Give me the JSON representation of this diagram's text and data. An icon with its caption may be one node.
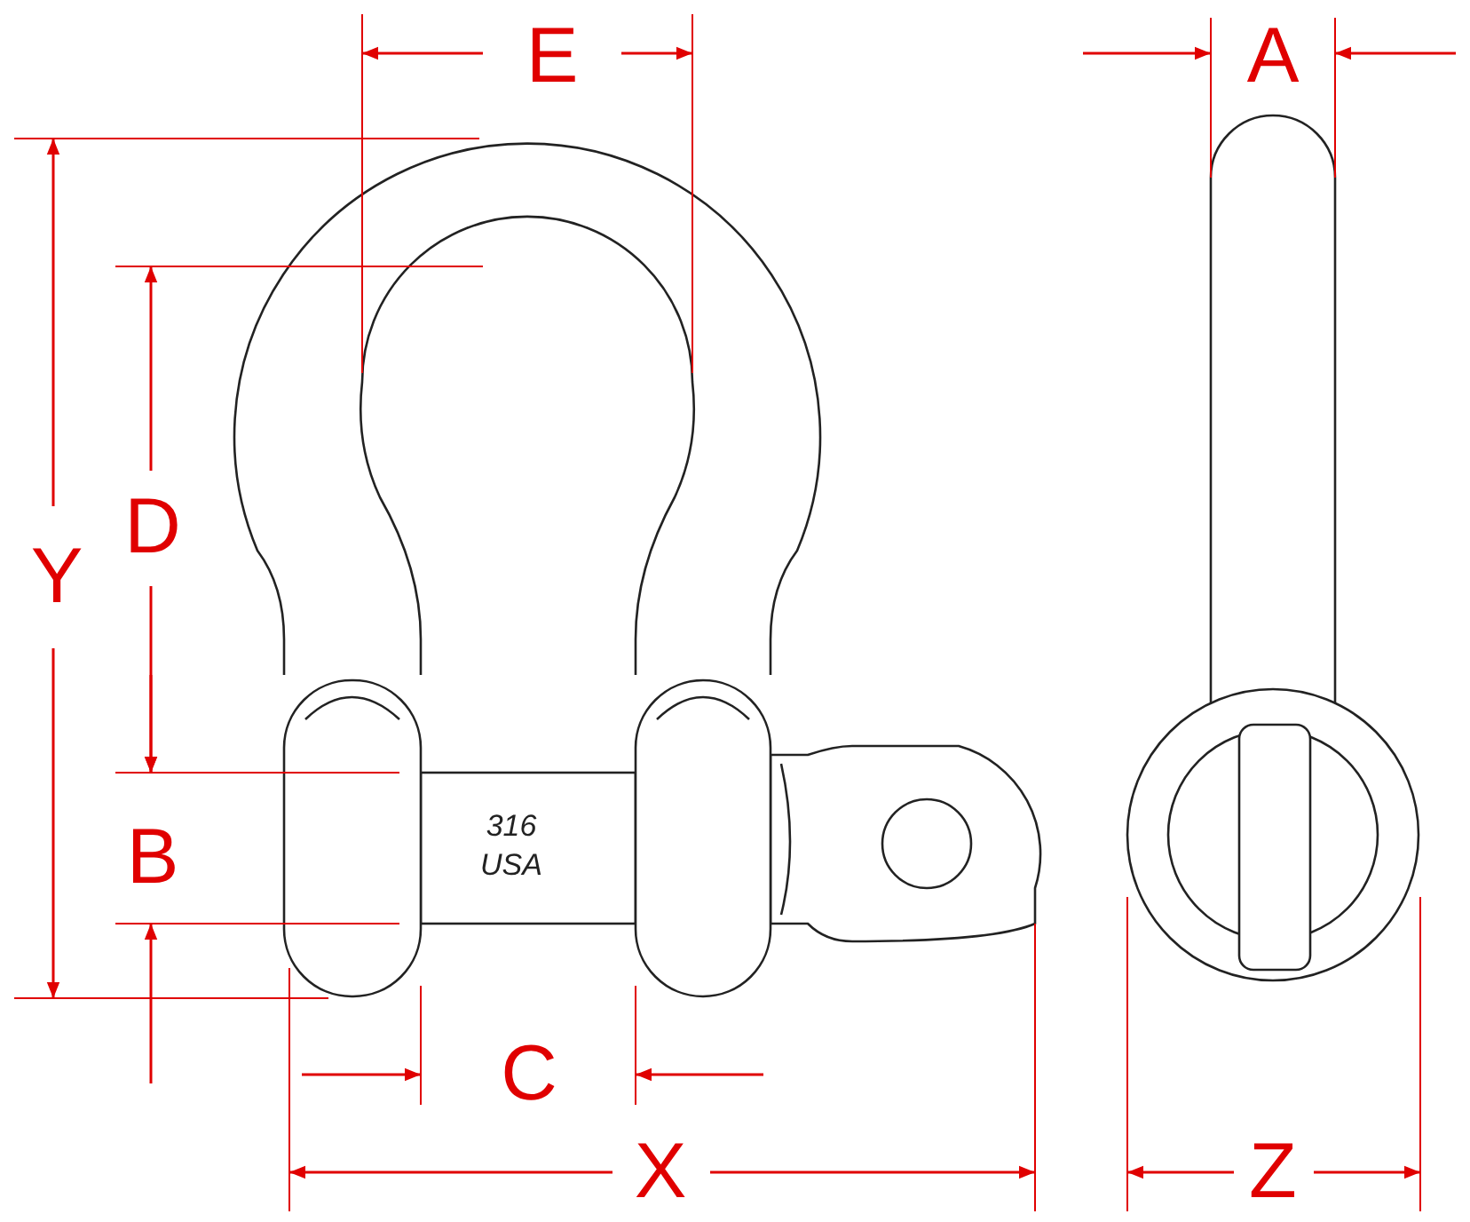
{
  "diagram": {
    "labels": [
      "E",
      "A",
      "D",
      "Y",
      "316",
      "B",
      "USA",
      "C",
      "X",
      "Z"
    ]
  }
}
